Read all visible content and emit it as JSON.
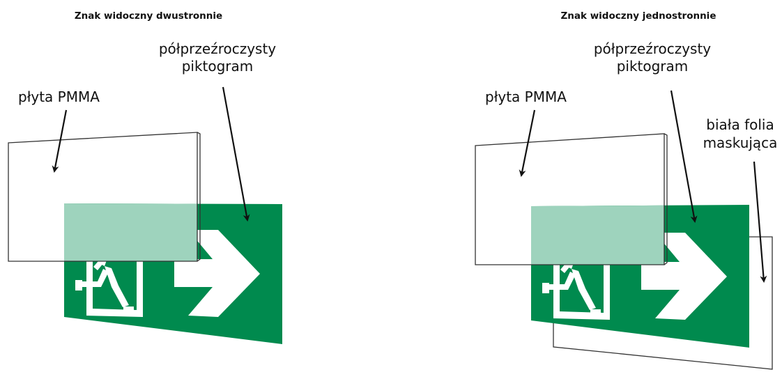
{
  "colors": {
    "sign_green": "#008a4e",
    "translucent_green": "#9ed3bd",
    "pictogram": "#ffffff",
    "outline": "#333333"
  },
  "icons": [
    "running-man-pictogram",
    "arrow-right-pictogram",
    "door-pictogram"
  ],
  "left": {
    "title": "Znak widoczny dwustronnie",
    "label_translucent_line1": "półprzeźroczysty",
    "label_translucent_line2": "piktogram",
    "label_pmma": "płyta PMMA"
  },
  "right": {
    "title": "Znak widoczny jednostronnie",
    "label_translucent_line1": "półprzeźroczysty",
    "label_translucent_line2": "piktogram",
    "label_pmma": "płyta PMMA",
    "label_foil_line1": "biała folia",
    "label_foil_line2": "maskująca"
  }
}
